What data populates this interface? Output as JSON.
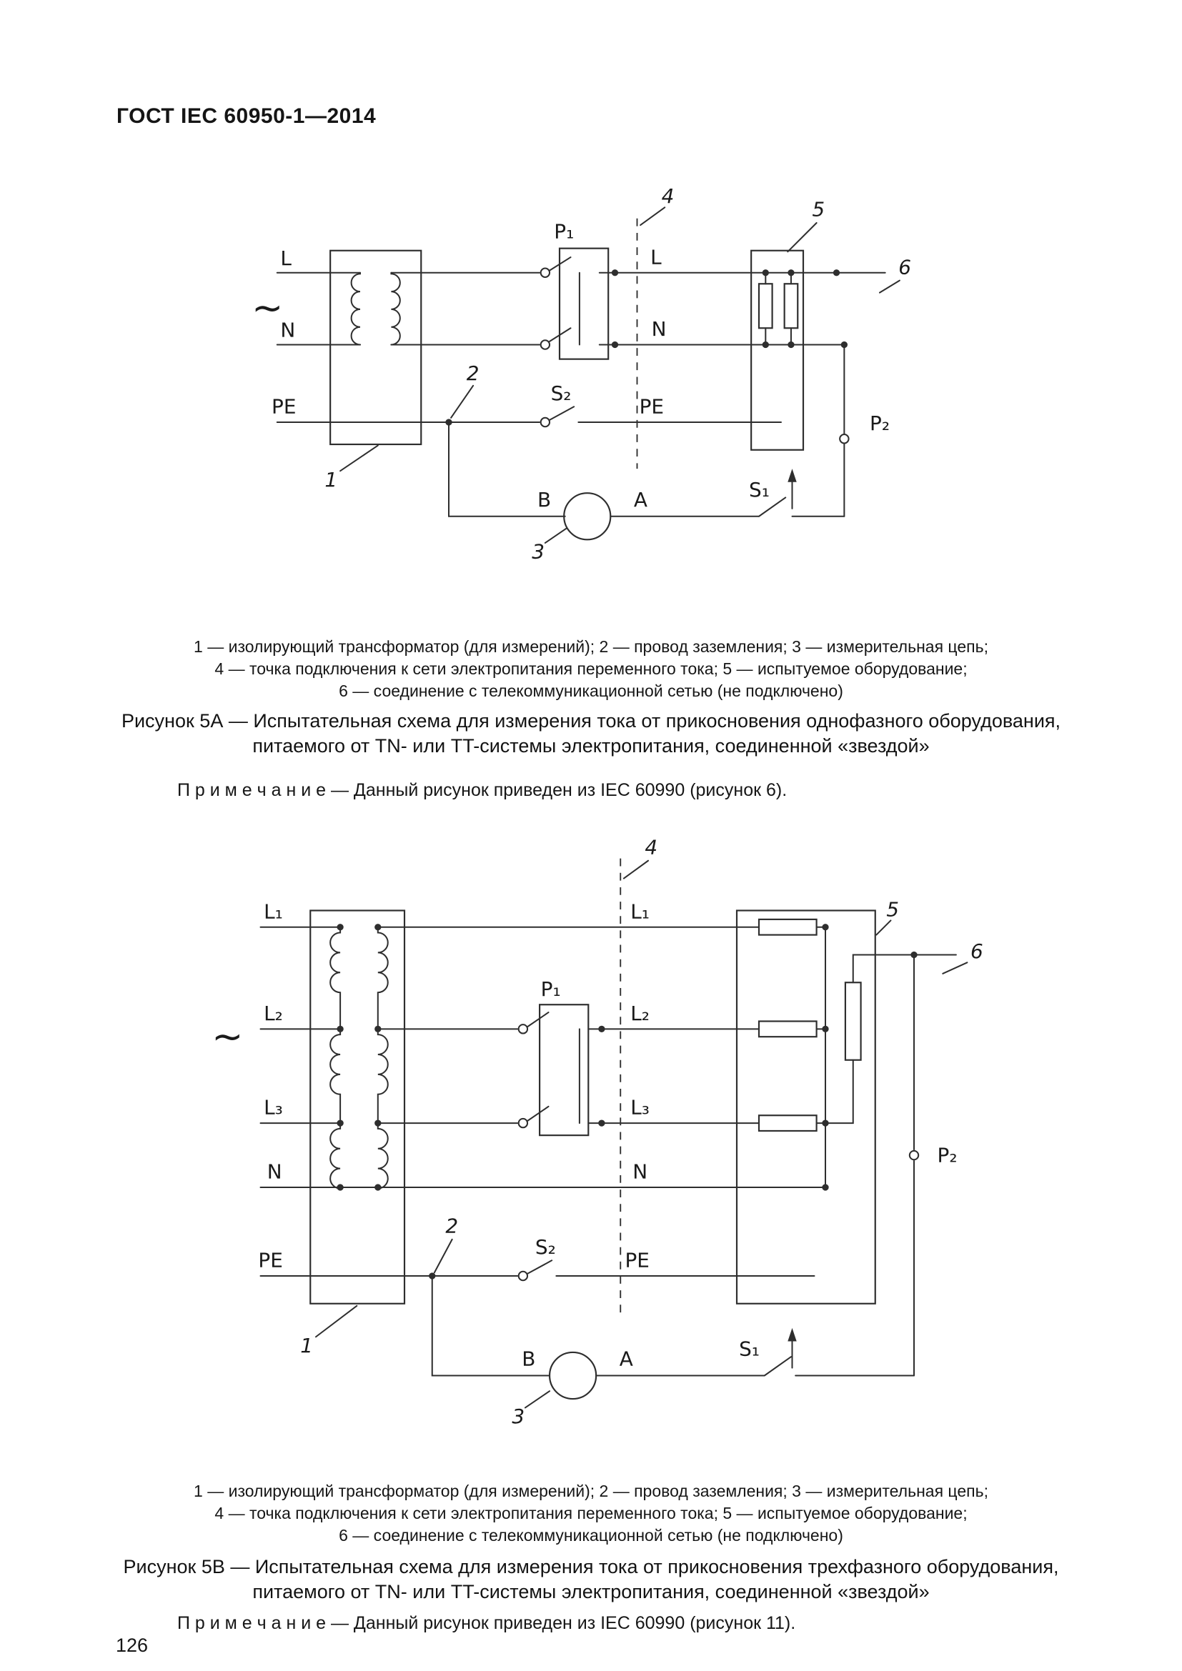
{
  "page": {
    "header": "ГОСТ IEC 60950-1—2014",
    "page_number": "126"
  },
  "legend": {
    "line1": "1 — изолирующий трансформатор (для измерений); 2 — провод заземления; 3 — измерительная цепь;",
    "line2": "4 — точка подключения к сети электропитания переменного тока; 5 — испытуемое оборудование;",
    "line3": "6 — соединение с телекоммуникационной сетью (не подключено)"
  },
  "figure_a": {
    "caption": "Рисунок 5А — Испытательная схема для измерения тока от прикосновения однофазного оборудования,\nпитаемого от TN- или TT-системы электропитания, соединенной «звездой»",
    "note": "П р и м е ч а н и е   —   Данный рисунок приведен из IEC 60990 (рисунок 6).",
    "labels": {
      "ac": "~",
      "src_l": "L",
      "src_n": "N",
      "src_pe": "PE",
      "mid_l": "L",
      "mid_n": "N",
      "mid_pe": "PE",
      "p1": "P₁",
      "s2": "S₂",
      "s1": "S₁",
      "p2": "P₂",
      "a": "A",
      "b": "B",
      "n1": "1",
      "n2": "2",
      "n3": "3",
      "n4": "4",
      "n5": "5",
      "n6": "6"
    }
  },
  "figure_b": {
    "caption": "Рисунок 5В — Испытательная схема для измерения тока от прикосновения трехфазного оборудования,\nпитаемого от TN- или TT-системы электропитания, соединенной «звездой»",
    "note": "П р и м е ч а н и е   — Данный рисунок приведен из IEC 60990 (рисунок 11).",
    "labels": {
      "ac": "~",
      "l1": "L₁",
      "l2": "L₂",
      "l3": "L₃",
      "n": "N",
      "pe": "PE",
      "mid_l1": "L₁",
      "mid_l2": "L₂",
      "mid_l3": "L₃",
      "mid_n": "N",
      "mid_pe": "PE",
      "p1": "P₁",
      "s2": "S₂",
      "s1": "S₁",
      "p2": "P₂",
      "a": "A",
      "b": "B",
      "n1": "1",
      "n2": "2",
      "n3": "3",
      "n4": "4",
      "n5": "5",
      "n6": "6"
    }
  }
}
